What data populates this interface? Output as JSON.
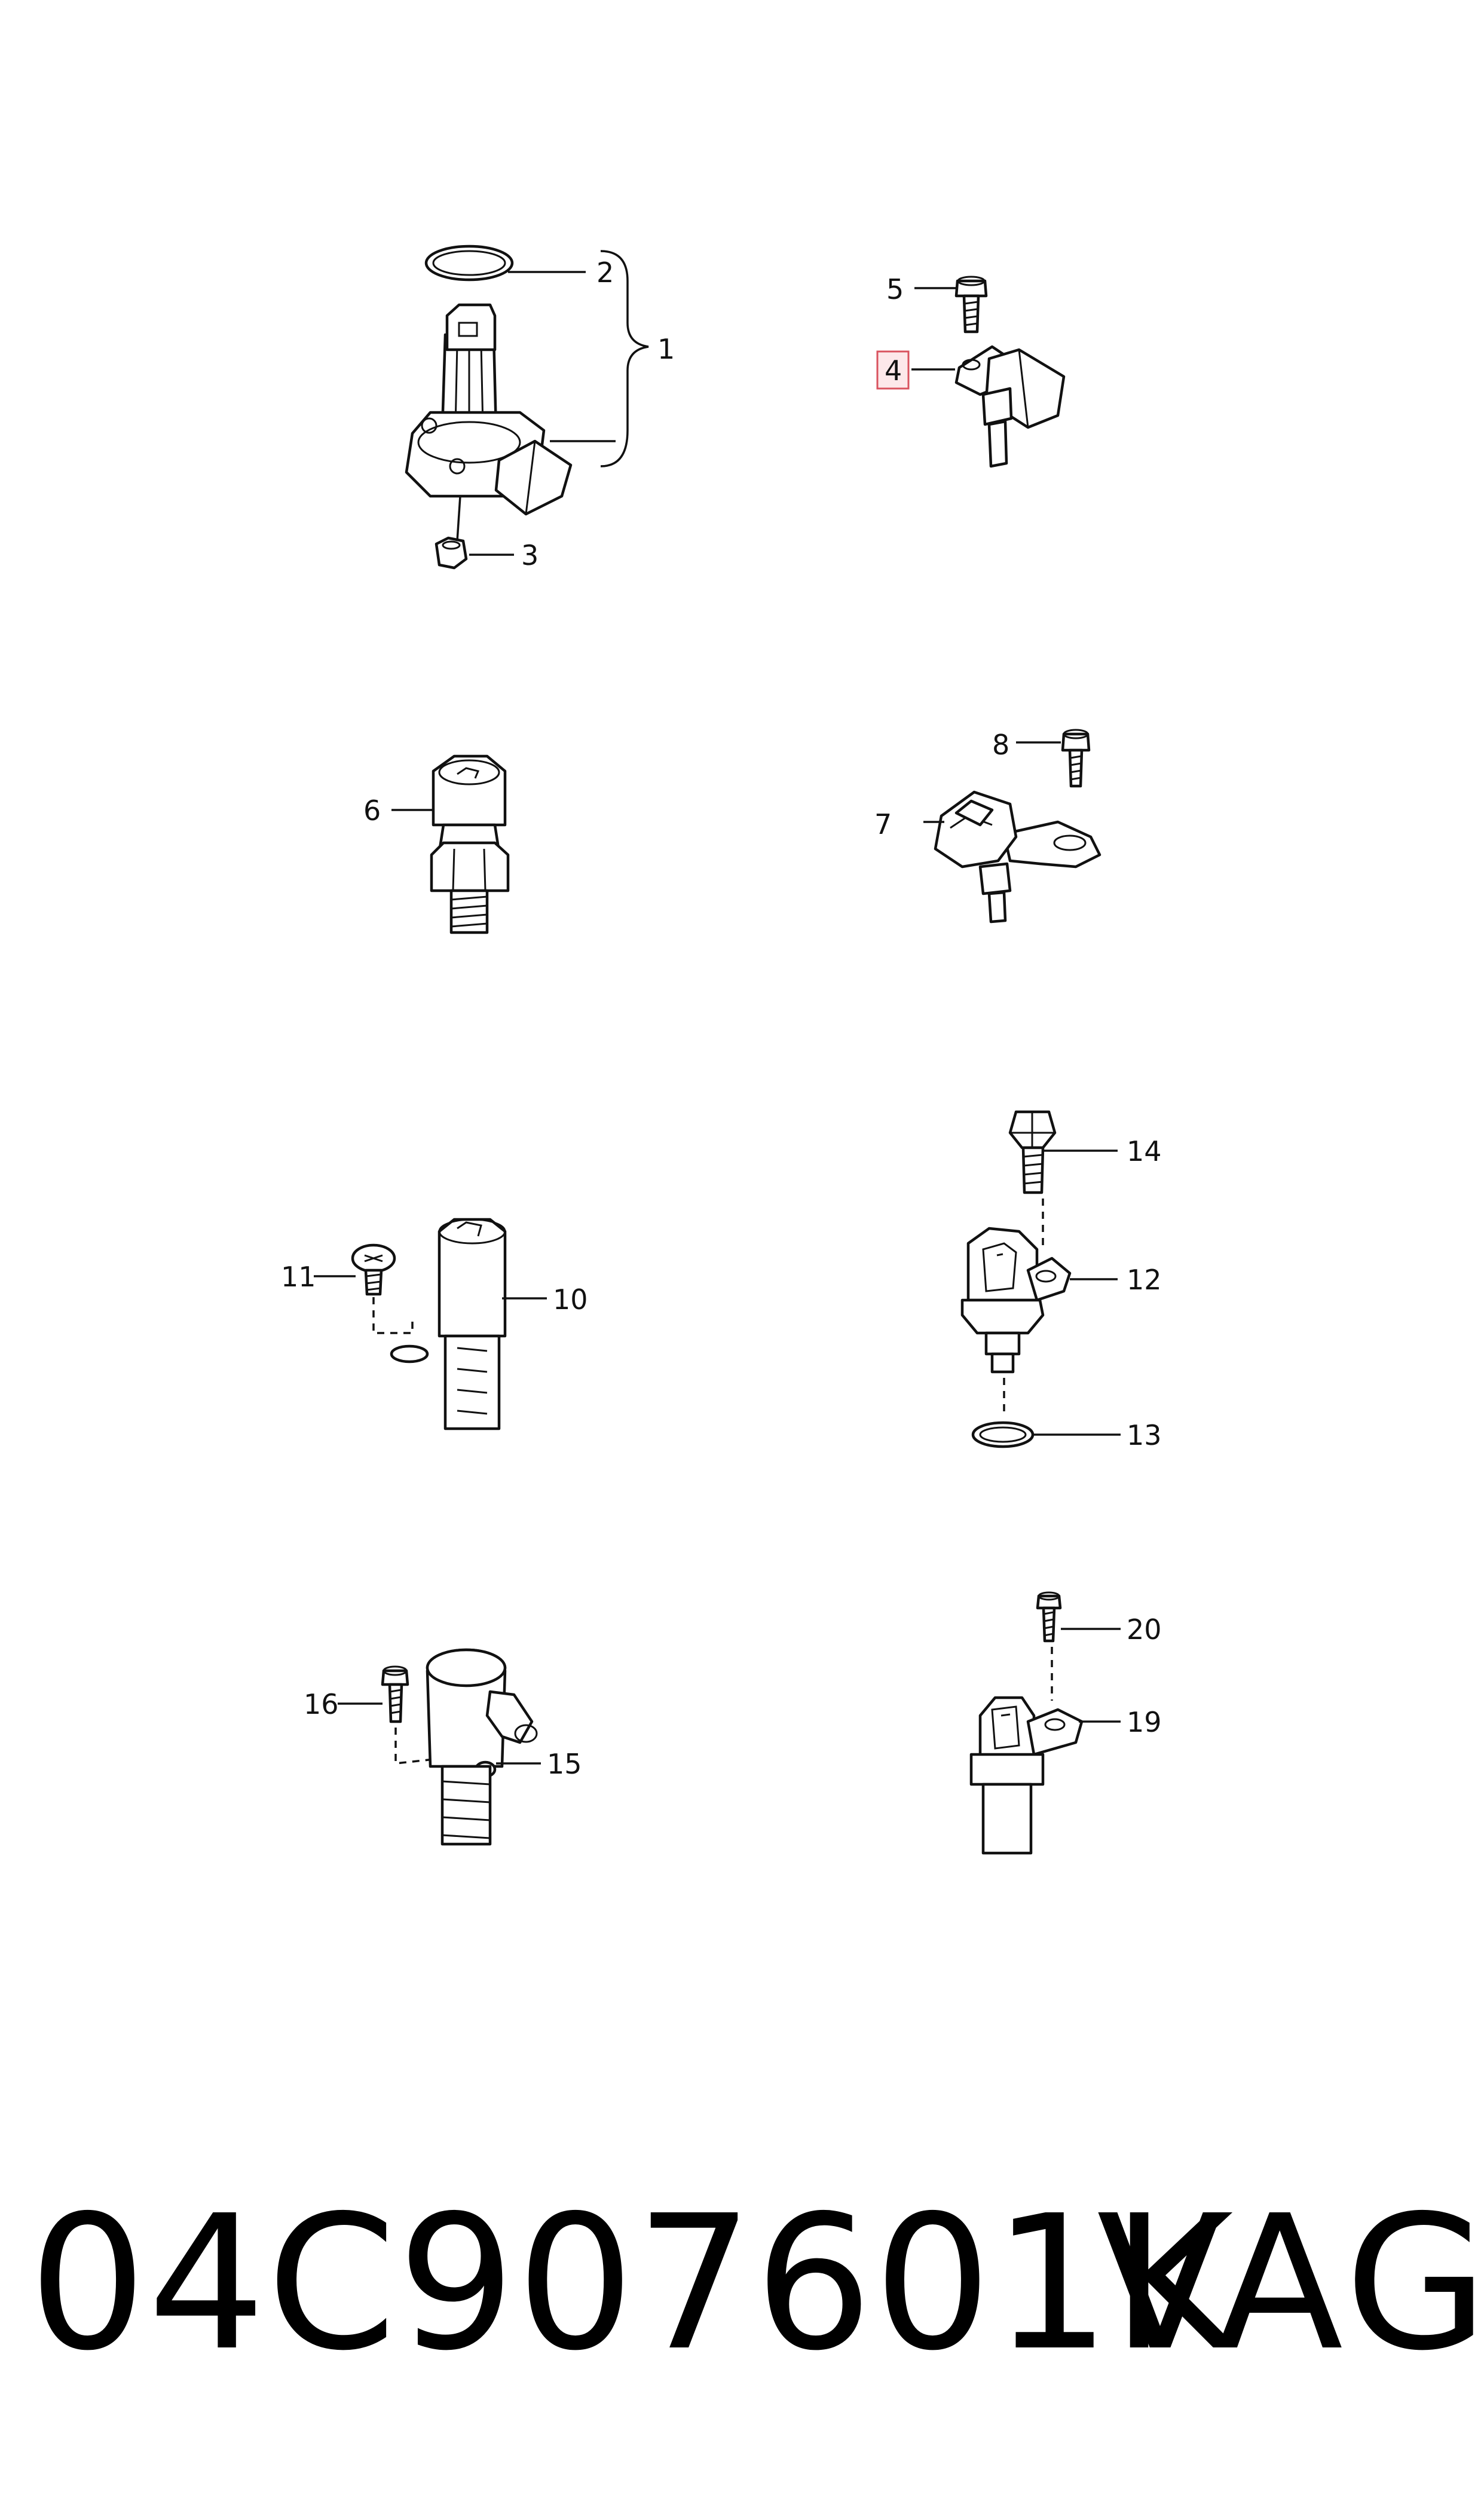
{
  "callouts": {
    "c1": "1",
    "c2": "2",
    "c3": "3",
    "c4": "4",
    "c5": "5",
    "c6": "6",
    "c7": "7",
    "c8": "8",
    "c10": "10",
    "c11": "11",
    "c12": "12",
    "c13": "13",
    "c14": "14",
    "c15": "15",
    "c16": "16",
    "c19": "19",
    "c20": "20"
  },
  "highlighted_callout": "4",
  "colors": {
    "highlight_fill": "#fde8ea",
    "highlight_stroke": "#d9535f",
    "ink": "#111111"
  },
  "footer": {
    "part_number": "04C907601K",
    "brand": "VAG"
  }
}
